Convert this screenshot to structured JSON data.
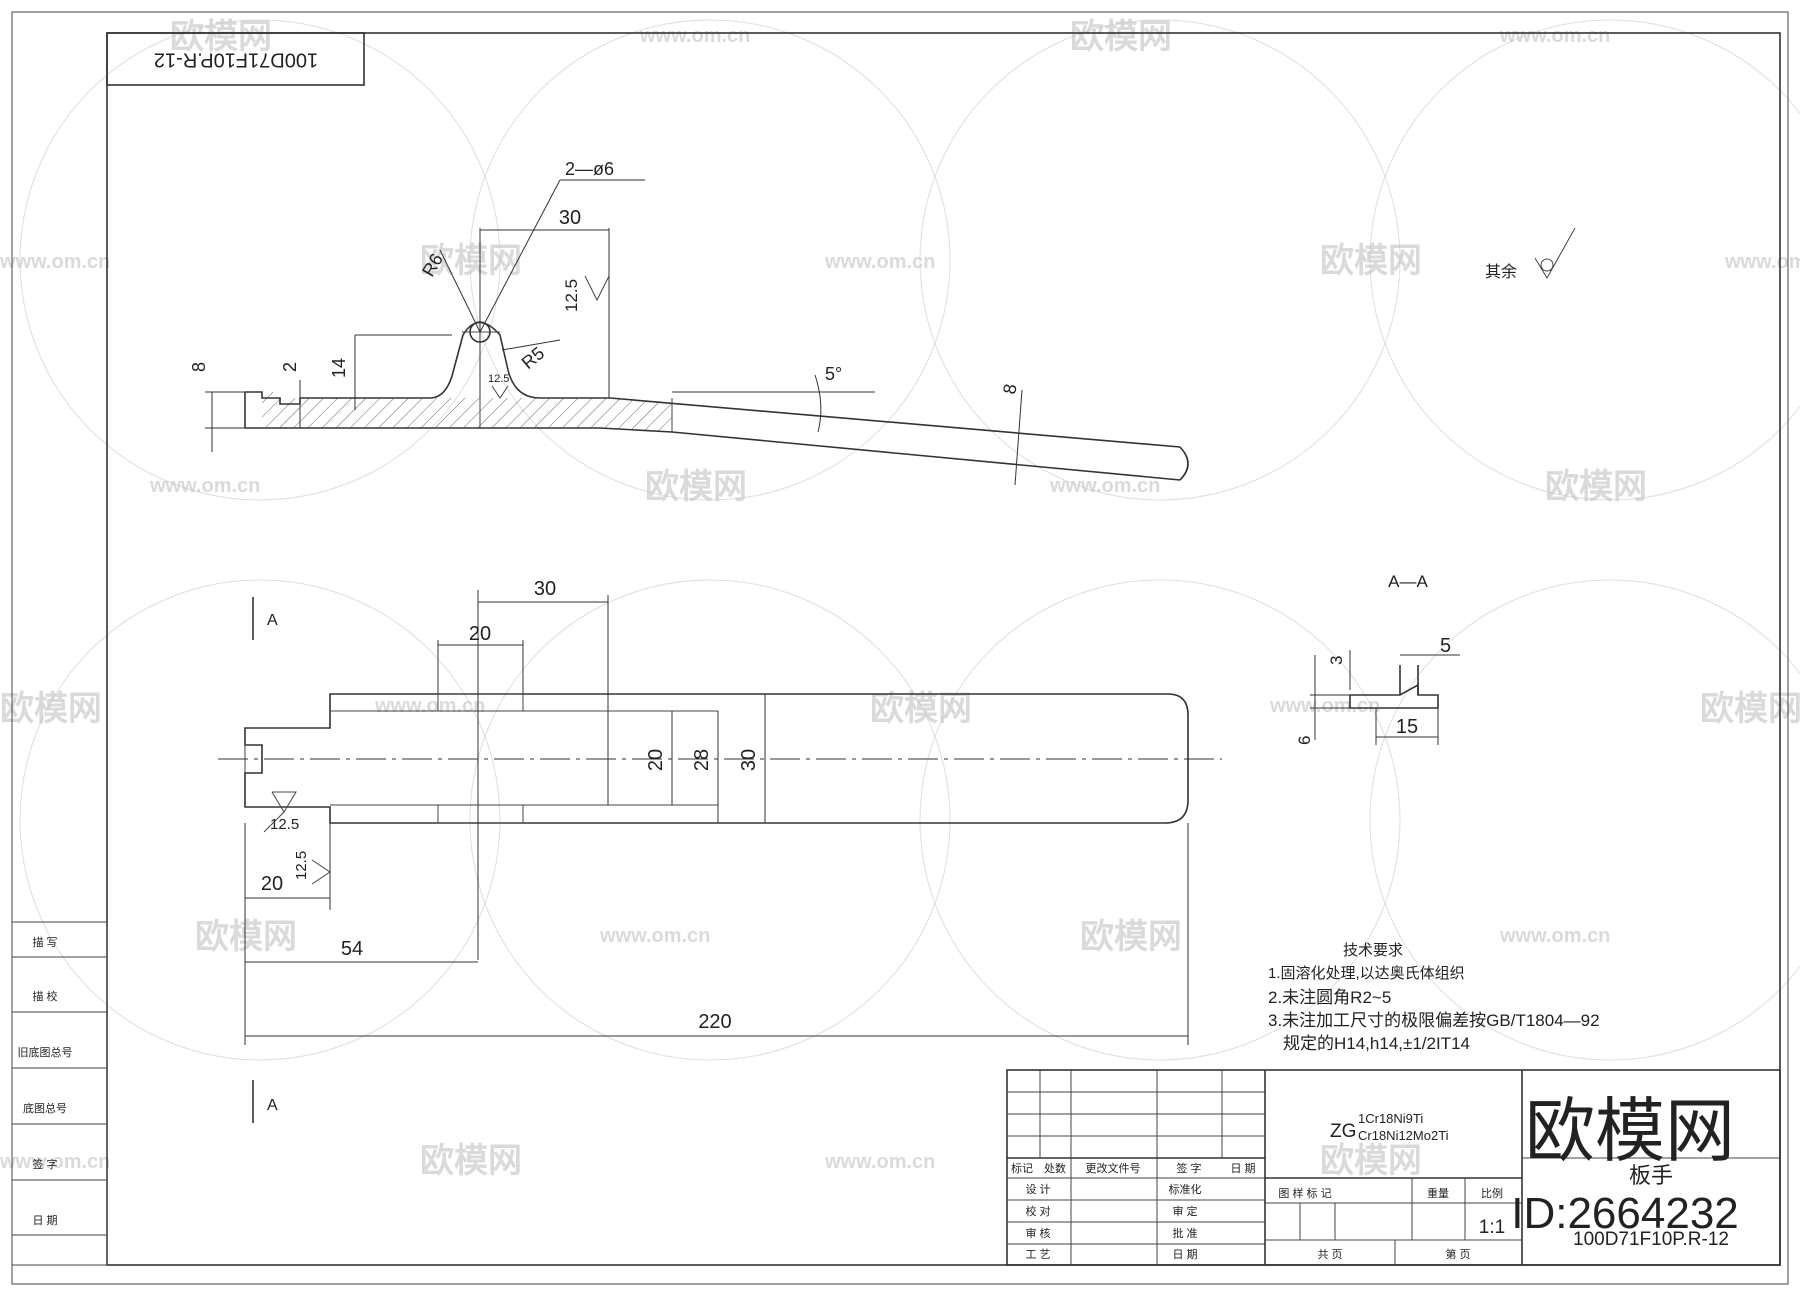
{
  "drawing": {
    "rotated_code": "100D71F10P.R-12",
    "surface_finish_rest_label": "其余",
    "section_title": "A—A",
    "section_mark": "A",
    "section_mark_bottom": "A"
  },
  "side_view_dims": {
    "holes": "2—ø6",
    "width_top": "30",
    "roughness_top": "12.5",
    "radius_r6": "R6",
    "radius_r5": "R5",
    "roughness_small": "12.5",
    "h8": "8",
    "h2": "2",
    "h14": "14",
    "angle": "5°",
    "arm_thickness": "8"
  },
  "top_view_dims": {
    "w30": "30",
    "w20": "20",
    "v20": "20",
    "v28": "28",
    "v30": "30",
    "roughness_a": "12.5",
    "roughness_b": "12.5",
    "len20": "20",
    "len54": "54",
    "len220": "220"
  },
  "section_dims": {
    "d3": "3",
    "d5": "5",
    "d6": "6",
    "d15": "15"
  },
  "tech_requirements": {
    "heading": "技术要求",
    "line1": "1.固溶化处理,以达奥氏体组织",
    "line2": "2.未注圆角R2~5",
    "line3": "3.未注加工尺寸的极限偏差按GB/T1804—92",
    "line4": "规定的H14,h14,±1/2IT14"
  },
  "left_strip": {
    "items": [
      "描  写",
      "描  校",
      "旧底图总号",
      "底图总号",
      "签  字",
      "日  期"
    ]
  },
  "title_block": {
    "material_prefix": "ZG",
    "material_1": "1Cr18Ni9Ti",
    "material_2": "Cr18Ni12Mo2Ti",
    "part_name": "板手",
    "drawing_no": "100D71F10P.R-12",
    "scale": "1:1",
    "rev_headers": [
      "标记",
      "处数",
      "更改文件号",
      "签  字",
      "日  期"
    ],
    "sign_rows": [
      {
        "left": "设  计",
        "right": "标准化"
      },
      {
        "left": "校  对",
        "right": "审  定"
      },
      {
        "left": "审  核",
        "right": "批  准"
      },
      {
        "left": "工  艺",
        "right": "日  期"
      }
    ],
    "mark_label": "图 样 标 记",
    "weight_label": "重量",
    "scale_label": "比例",
    "total_label": "共    页",
    "page_label": "第    页"
  },
  "watermark": {
    "brand": "欧模网",
    "url": "www.om.cn",
    "id_text": "ID:2664232"
  }
}
